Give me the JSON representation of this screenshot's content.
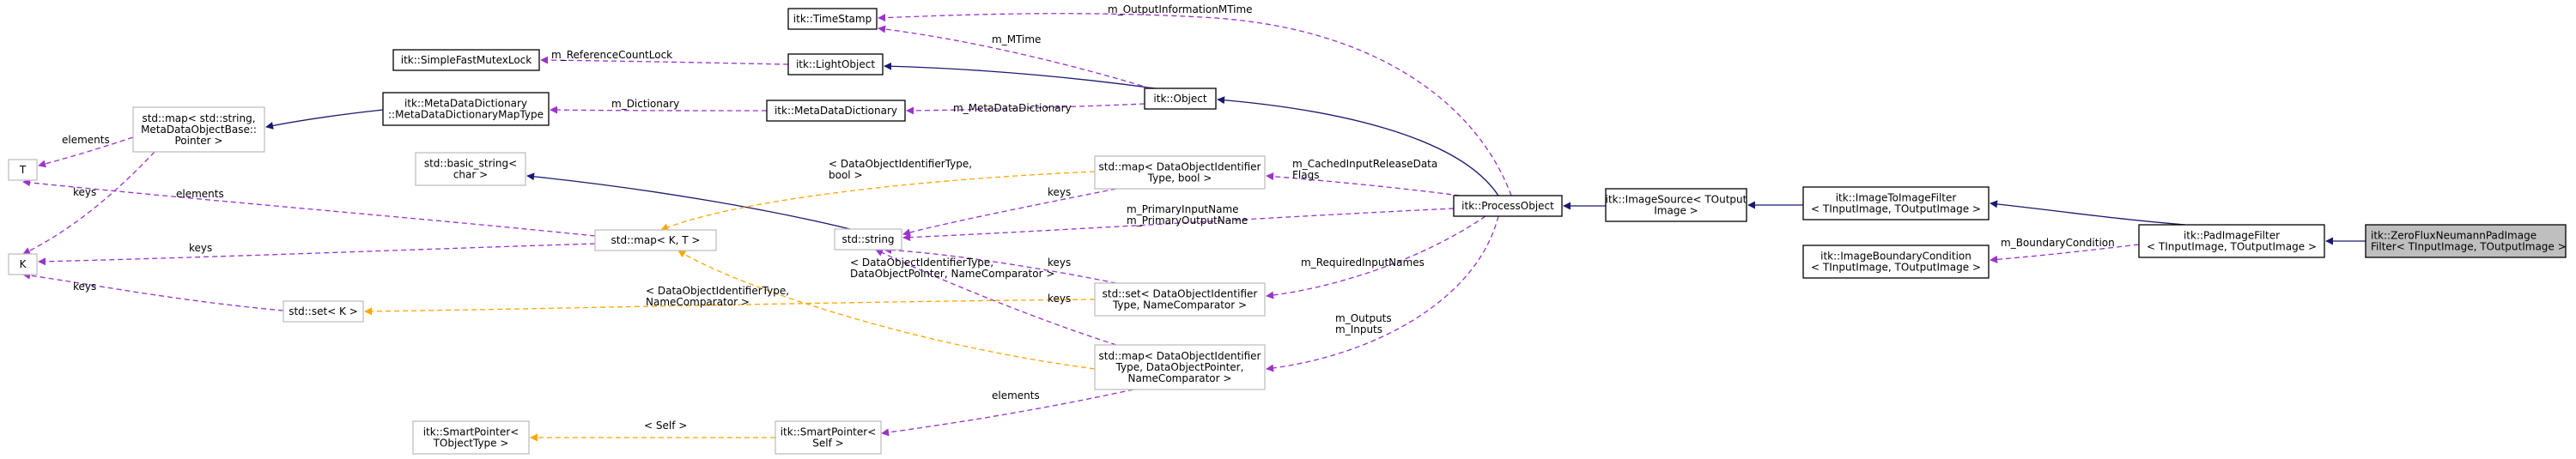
{
  "nodes": {
    "zero_flux": [
      "itk::ZeroFluxNeumannPadImage",
      "Filter< TInputImage, TOutputImage >"
    ],
    "pad_image_filter": [
      "itk::PadImageFilter",
      "< TInputImage, TOutputImage >"
    ],
    "image_to_image_filter": [
      "itk::ImageToImageFilter",
      "< TInputImage, TOutputImage >"
    ],
    "image_boundary_condition": [
      "itk::ImageBoundaryCondition",
      "< TInputImage, TOutputImage >"
    ],
    "image_source": [
      "itk::ImageSource< TOutput",
      "Image >"
    ],
    "process_object": [
      "itk::ProcessObject"
    ],
    "object": [
      "itk::Object"
    ],
    "light_object": [
      "itk::LightObject"
    ],
    "time_stamp": [
      "itk::TimeStamp"
    ],
    "simple_fast_mutex_lock": [
      "itk::SimpleFastMutexLock"
    ],
    "meta_data_dictionary": [
      "itk::MetaDataDictionary"
    ],
    "meta_data_dictionary_map_type": [
      "itk::MetaDataDictionary",
      "::MetaDataDictionaryMapType"
    ],
    "map_string_metadata": [
      "std::map< std::string,",
      "MetaDataObjectBase::",
      "Pointer >"
    ],
    "t": [
      "T"
    ],
    "k": [
      "K"
    ],
    "basic_string": [
      "std::basic_string<",
      "char >"
    ],
    "std_string": [
      "std::string"
    ],
    "map_k_t": [
      "std::map< K, T >"
    ],
    "set_k": [
      "std::set< K >"
    ],
    "map_dataobject_bool": [
      "std::map< DataObjectIdentifier",
      "Type, bool >"
    ],
    "set_dataobject": [
      "std::set< DataObjectIdentifier",
      "Type, NameComparator >"
    ],
    "map_dataobject_pointer": [
      "std::map< DataObjectIdentifier",
      "Type, DataObjectPointer,",
      "NameComparator >"
    ],
    "smart_pointer_self": [
      "itk::SmartPointer<",
      "Self >"
    ],
    "smart_pointer_tobject": [
      "itk::SmartPointer<",
      "TObjectType >"
    ]
  },
  "edge_labels": {
    "boundary_condition": [
      "m_BoundaryCondition"
    ],
    "output_information_mtime": [
      "m_OutputInformationMTime"
    ],
    "mtime": [
      "m_MTime"
    ],
    "reference_count_lock": [
      "m_ReferenceCountLock"
    ],
    "dictionary": [
      "m_Dictionary"
    ],
    "meta_data_dictionary": [
      "m_MetaDataDictionary"
    ],
    "cached_input_release": [
      "m_CachedInputReleaseData",
      "Flags"
    ],
    "primary_names": [
      "m_PrimaryInputName",
      "m_PrimaryOutputName"
    ],
    "required_input_names": [
      "m_RequiredInputNames"
    ],
    "outputs_inputs": [
      "m_Outputs",
      "m_Inputs"
    ],
    "elements_map": [
      "elements"
    ],
    "elements_t": [
      "elements"
    ],
    "keys_k": [
      "keys"
    ],
    "keys_t": [
      "keys"
    ],
    "keys_set": [
      "keys"
    ],
    "keys_bool": [
      "keys"
    ],
    "keys_set_dataobject": [
      "keys"
    ],
    "keys_map_pointer": [
      "keys"
    ],
    "tmpl_bool": [
      "< DataObjectIdentifierType,",
      "bool >"
    ],
    "tmpl_pointer": [
      "< DataObjectIdentifierType,",
      "DataObjectPointer, NameComparator >"
    ],
    "tmpl_namecomp": [
      "< DataObjectIdentifierType,",
      "NameComparator >"
    ],
    "elements_smart": [
      "elements"
    ],
    "self_tmpl": [
      "< Self >"
    ]
  }
}
